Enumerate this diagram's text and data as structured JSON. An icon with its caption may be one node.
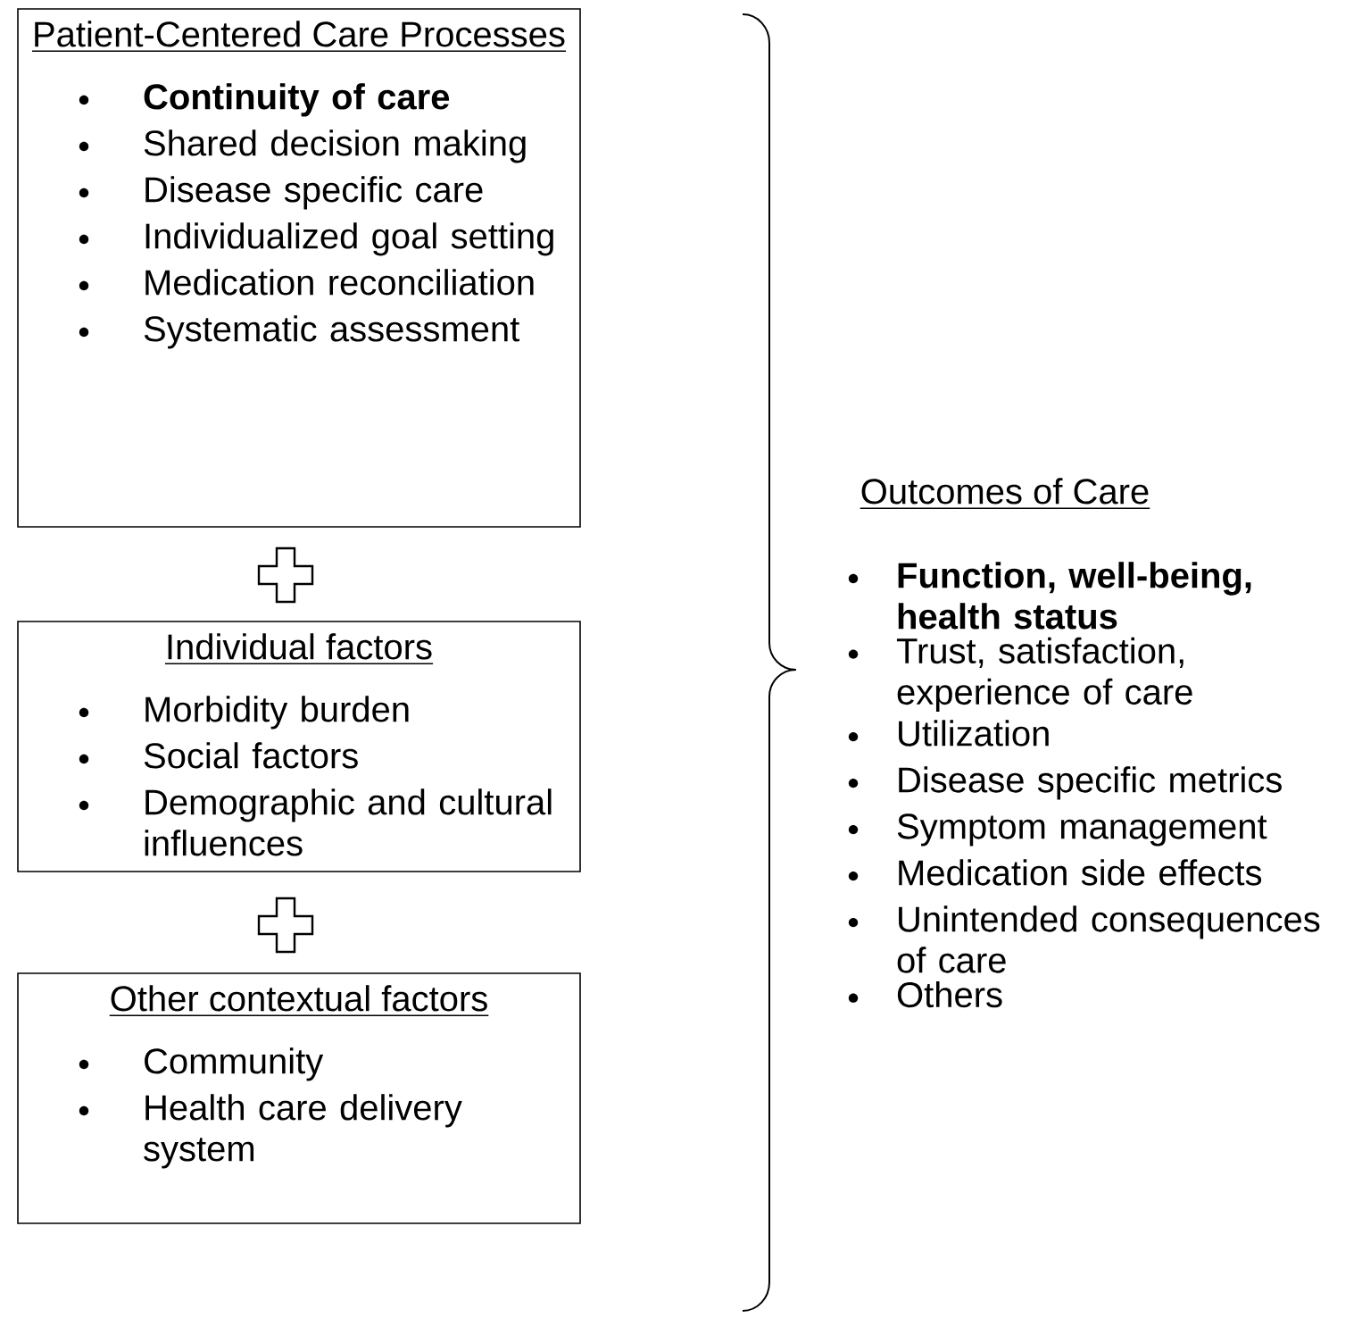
{
  "diagram": {
    "nodes": [
      {
        "text": [
          "Patient-Centered Care Processes",
          "**Continuity of care**",
          "Shared decision making",
          "Disease specific care",
          "Individualized goal setting",
          "Medication reconciliation",
          "Systematic assessment"
        ]
      },
      {
        "text": [
          "Individual factors",
          "Morbidity burden",
          "Social factors",
          "Demographic and cultural influences"
        ]
      },
      {
        "text": [
          "Other contextual factors",
          "Community",
          "Health care delivery system"
        ]
      }
    ],
    "labels": [
      "Outcomes of Care",
      "**Function, well-being, health status**",
      "Trust, satisfaction, experience of care",
      "Utilization",
      "Disease specific metrics",
      "Symptom management",
      "Medication side effects",
      "Unintended consequences of care",
      "Others"
    ]
  }
}
